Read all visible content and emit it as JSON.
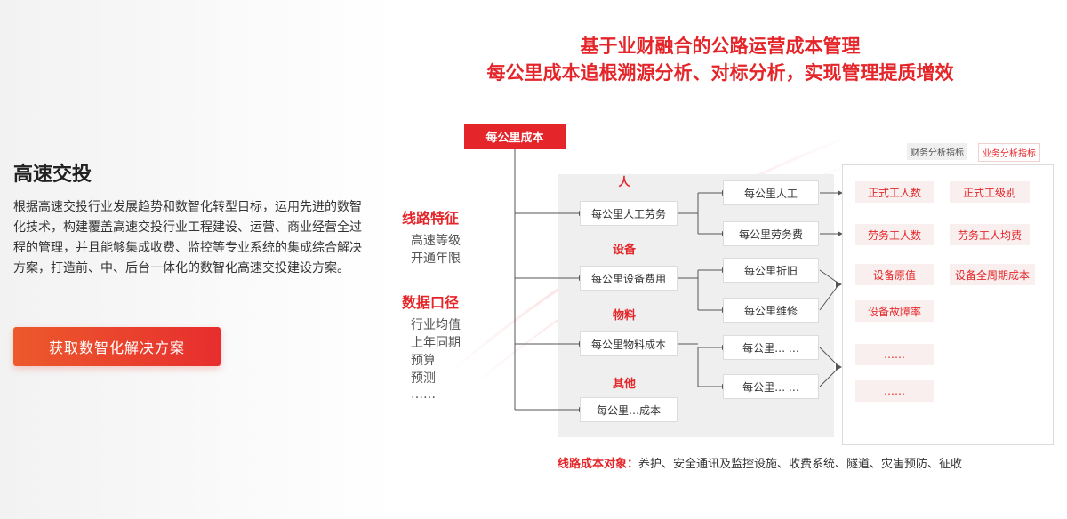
{
  "left": {
    "title": "高速交投",
    "description": "根据高速交投行业发展趋势和数智化转型目标，运用先进的数智化技术，构建覆盖高速交投行业工程建设、运营、商业经营全过程的管理，并且能够集成收费、监控等专业系统的集成综合解决方案，打造前、中、后台一体化的数智化高速交投建设方案。",
    "cta_label": "获取数智化解决方案"
  },
  "diagram": {
    "headline_1": "基于业财融合的公路运营成本管理",
    "headline_2": "每公里成本追根溯源分析、对标分析，实现管理提质增效",
    "root": "每公里成本",
    "categories": [
      "人",
      "设备",
      "物料",
      "其他"
    ],
    "level2": [
      "每公里人工劳务",
      "每公里设备费用",
      "每公里物料成本",
      "每公里…成本"
    ],
    "level3": [
      "每公里人工",
      "每公里劳务费",
      "每公里折旧",
      "每公里维修",
      "每公里… …",
      "每公里… …"
    ],
    "side": {
      "route_head": "线路特征",
      "route_items": [
        "高速等级",
        "开通年限"
      ],
      "data_head": "数据口径",
      "data_items": [
        "行业均值",
        "上年同期",
        "预算",
        "预测",
        "……"
      ]
    },
    "tabs": [
      "财务分析指标",
      "业务分析指标"
    ],
    "metrics": [
      [
        "正式工人数",
        "正式工级别"
      ],
      [
        "劳务工人数",
        "劳务工人均费"
      ],
      [
        "设备原值",
        "设备全周期成本"
      ],
      [
        "设备故障率",
        ""
      ],
      [
        "……",
        ""
      ],
      [
        "……",
        ""
      ]
    ],
    "footer_label": "线路成本对象：",
    "footer_text": "养护、安全通讯及监控设施、收费系统、隧道、灾害预防、征收"
  },
  "colors": {
    "accent": "#e4262a",
    "connector": "#555555"
  }
}
